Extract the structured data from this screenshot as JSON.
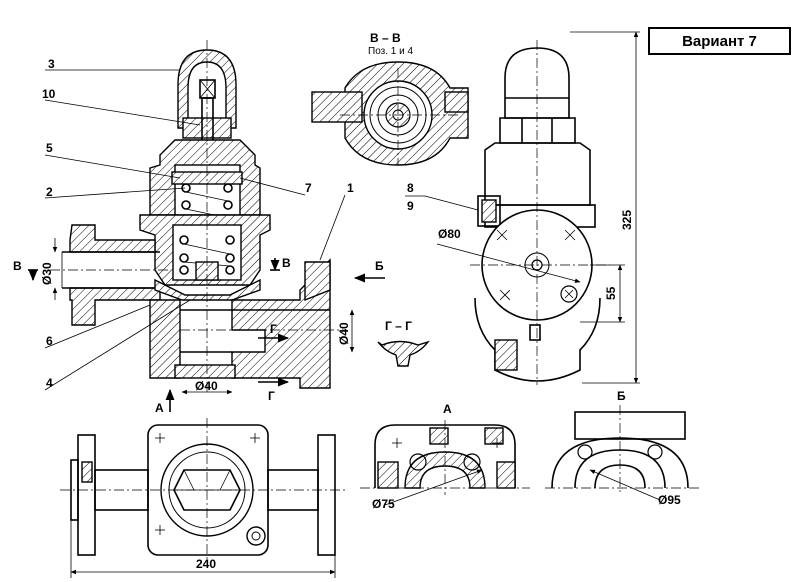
{
  "variant": "Вариант 7",
  "section_bb": {
    "title": "В – В",
    "subtitle": "Поз. 1 и 4"
  },
  "section_gg": "Г – Г",
  "view_a": "А",
  "view_b": "Б",
  "marks": {
    "b": "В",
    "g": "Г",
    "a": "А",
    "bb": "Б"
  },
  "callouts": [
    "3",
    "10",
    "5",
    "2",
    "6",
    "4",
    "7",
    "1",
    "8",
    "9"
  ],
  "dimensions": {
    "d30": "Ø30",
    "d40_bottom": "Ø40",
    "d40_right": "Ø40",
    "d80": "Ø80",
    "d75": "Ø75",
    "d95": "Ø95",
    "h325": "325",
    "h55": "55",
    "w240": "240"
  }
}
